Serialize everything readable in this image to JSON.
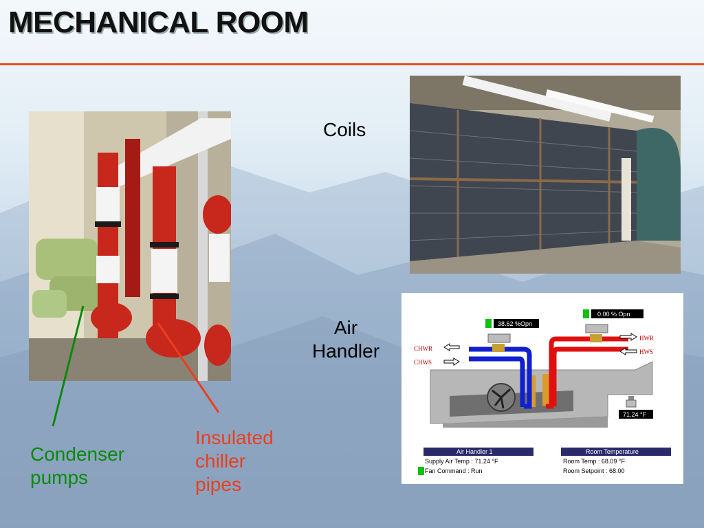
{
  "slide": {
    "title": "MECHANICAL ROOM",
    "accent_color": "#e8501e"
  },
  "labels": {
    "coils": "Coils",
    "air_handler": "Air\nHandler",
    "condenser_pumps": "Condenser\npumps",
    "insulated_pipes": "Insulated\nchiller\npipes"
  },
  "label_colors": {
    "condenser_pumps": "#0a8a0a",
    "insulated_pipes": "#e8401e"
  },
  "air_handler_diagram": {
    "valve1_readout": "38.62 %Opn",
    "valve2_readout": "0.00 % Opn",
    "chwr": "CHWR",
    "chws": "CHWS",
    "hwr": "HWR",
    "hws": "HWS",
    "room_temp_readout": "71.24 °F",
    "panel1_header": "Air Handler 1",
    "panel1_line1": "Supply Air Temp  : 71.24 °F",
    "panel1_line2": "Fan Command : Run",
    "panel2_header": "Room Temperature",
    "panel2_line1": "Room Temp :  68.09 °F",
    "panel2_line2": "Room Setpoint :  68.00",
    "colors": {
      "chilled_water": "#1020d0",
      "hot_water": "#e01010",
      "status_ok": "#10c010",
      "panel_header": "#2a2a6a"
    }
  }
}
